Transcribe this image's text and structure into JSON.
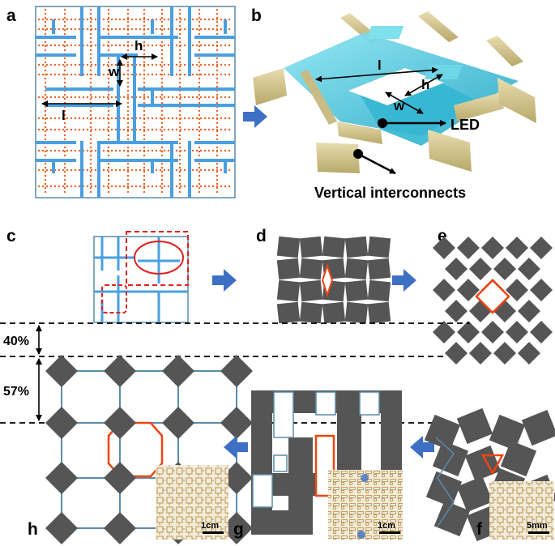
{
  "panels": {
    "a": {
      "label": "a",
      "dim_h": "h",
      "dim_w": "w",
      "dim_l": "l"
    },
    "b": {
      "label": "b",
      "dim_l": "l",
      "dim_h": "h",
      "dim_w": "w",
      "led": "LED",
      "interconnects": "Vertical interconnects"
    },
    "c": {
      "label": "c"
    },
    "d": {
      "label": "d"
    },
    "e": {
      "label": "e"
    },
    "f": {
      "label": "f",
      "scale": "5mm"
    },
    "g": {
      "label": "g",
      "scale": "1cm"
    },
    "h": {
      "label": "h",
      "scale": "1cm"
    }
  },
  "measurements": {
    "upper": "40%",
    "lower": "57%"
  },
  "colors": {
    "interconnect": "#4a9fe0",
    "dot": "#f06020",
    "frame": "#5a8caa",
    "island": "#555555",
    "highlight": "#ee4411",
    "arrow": "#3d6fc4",
    "photo": "#ece5d2"
  }
}
